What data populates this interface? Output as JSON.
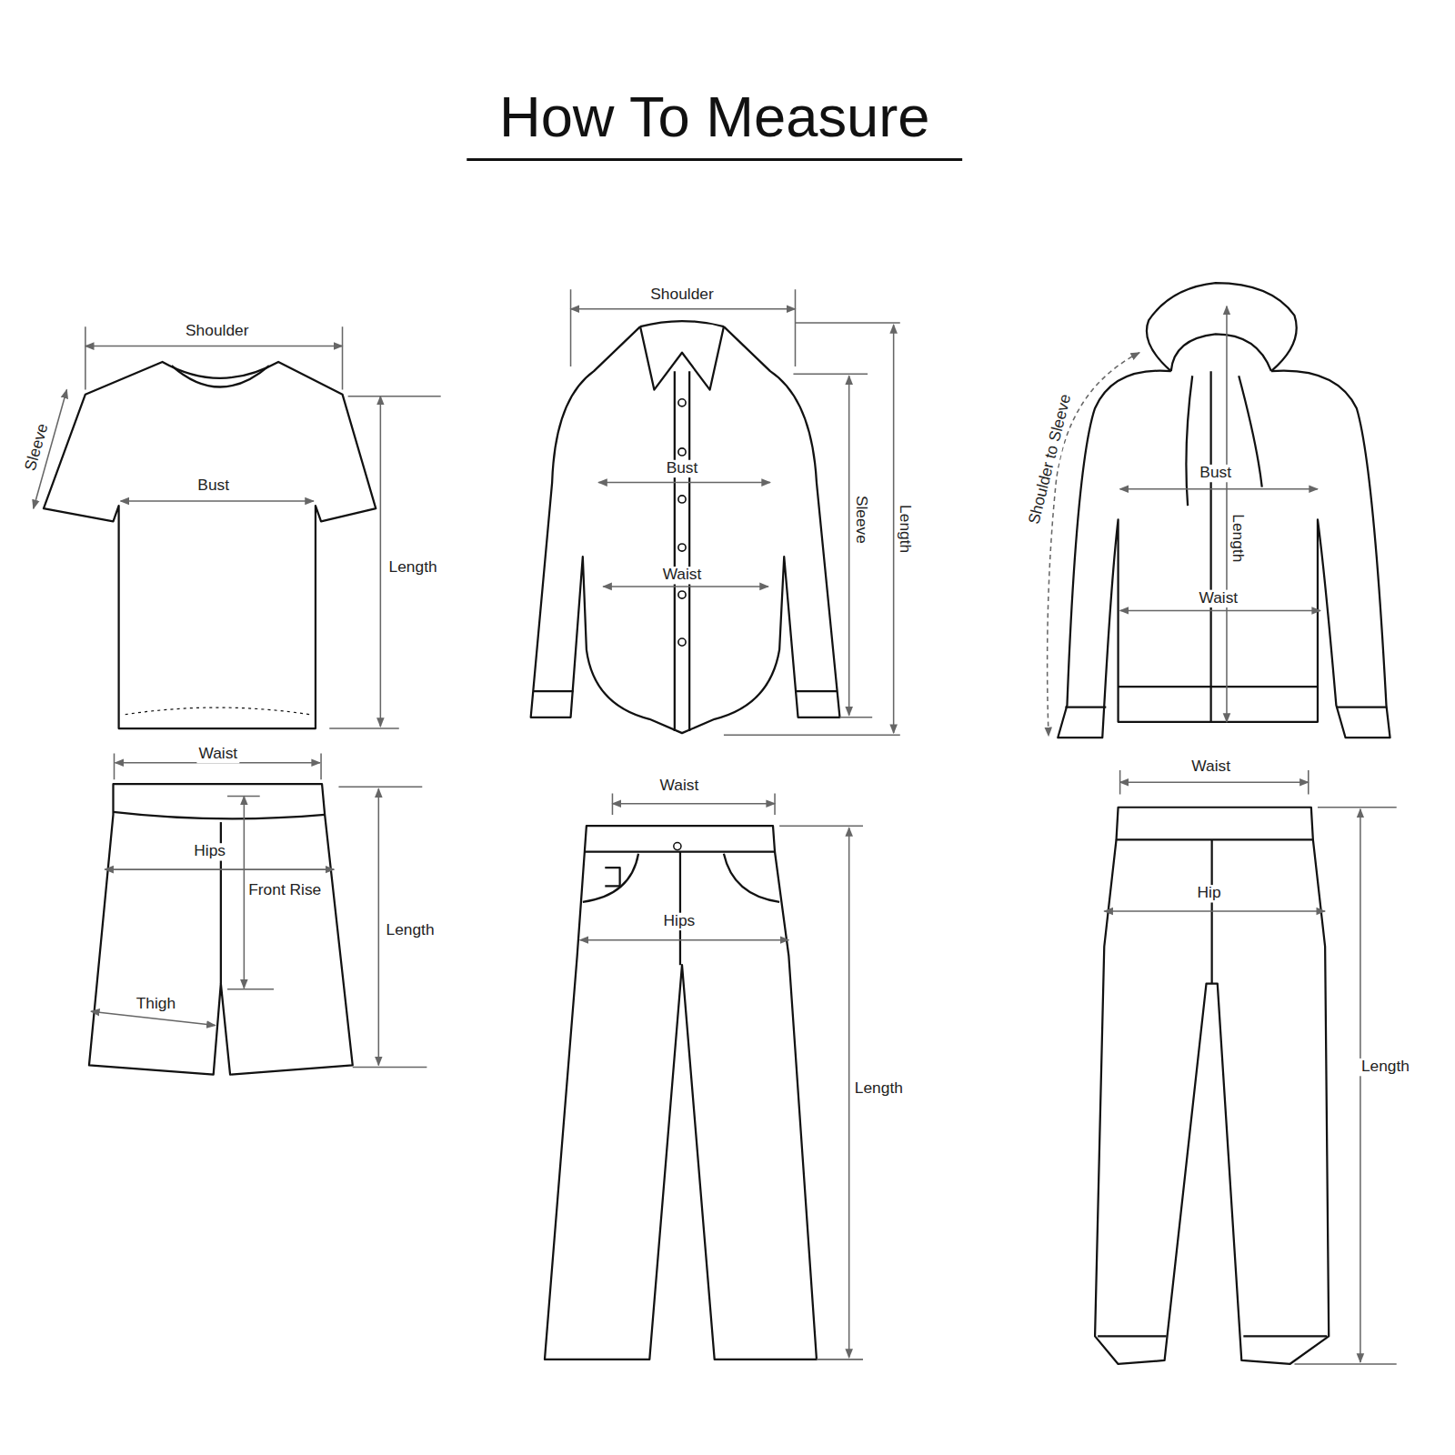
{
  "diagram": {
    "title": "How To Measure",
    "labels": [
      "Shoulder",
      "Sleeve",
      "Bust",
      "Length",
      "Shoulder",
      "Bust",
      "Waist",
      "Sleeve",
      "Length",
      "Shoulder to Sleeve",
      "Bust",
      "Length",
      "Waist",
      "Waist",
      "Hips",
      "Front Rise",
      "Thigh",
      "Length",
      "Waist",
      "Hips",
      "Length",
      "Waist",
      "Hip",
      "Length"
    ]
  }
}
